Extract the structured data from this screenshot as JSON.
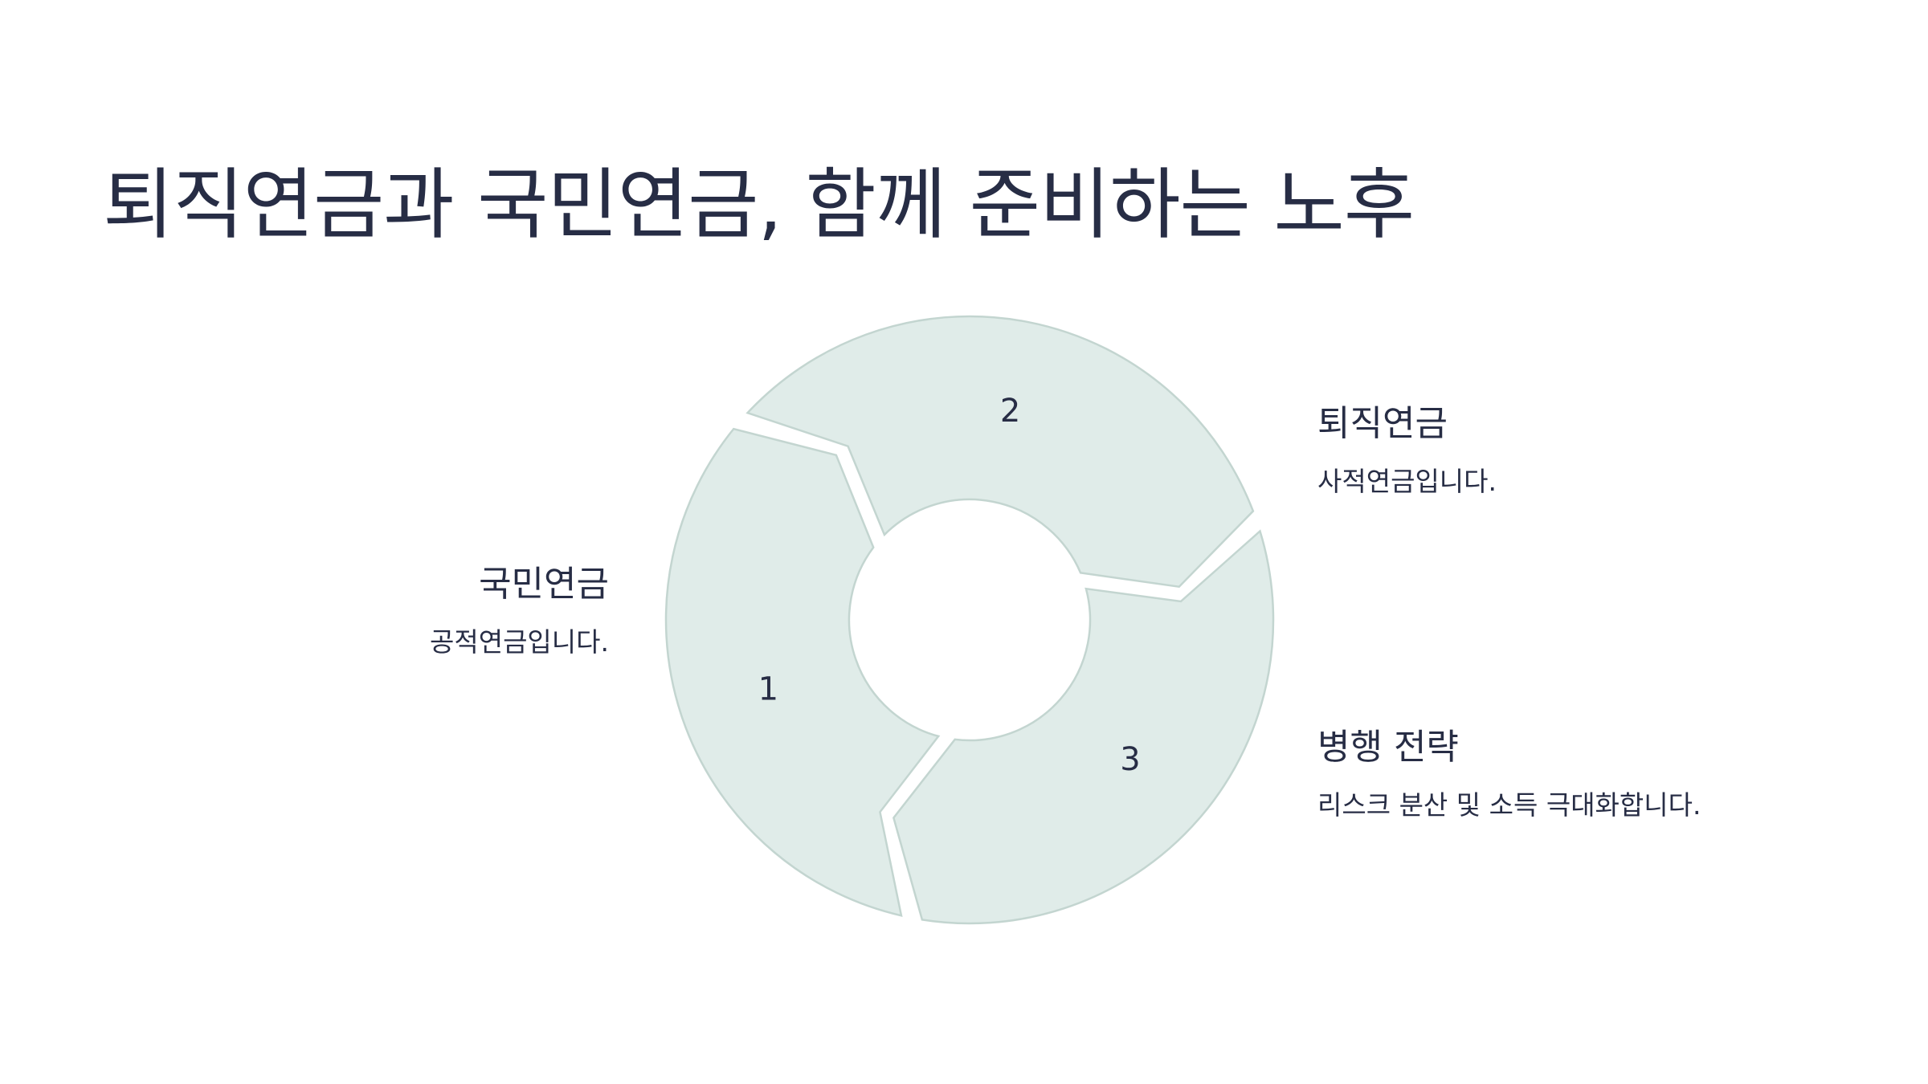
{
  "title": "퇴직연금과 국민연금, 함께 준비하는 노후",
  "colors": {
    "segment_fill": "#e0ece9",
    "segment_stroke": "#c3d5d0",
    "text": "#272d45",
    "background": "#ffffff"
  },
  "segments": [
    {
      "number": "1",
      "title": "국민연금",
      "description": "공적연금입니다."
    },
    {
      "number": "2",
      "title": "퇴직연금",
      "description": "사적연금입니다."
    },
    {
      "number": "3",
      "title": "병행 전략",
      "description": "리스크 분산 및 소득 극대화합니다."
    }
  ]
}
